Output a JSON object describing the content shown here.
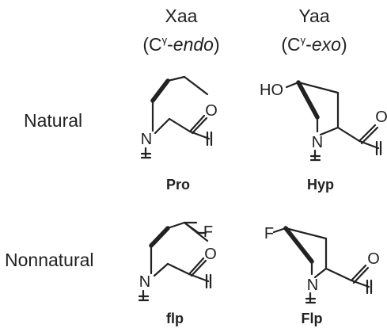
{
  "columns": [
    {
      "name": "Xaa",
      "conformation_prefix": "(C",
      "conformation_sup": "γ",
      "conformation_dash": "-",
      "conformation_italic": "endo",
      "conformation_suffix": ")"
    },
    {
      "name": "Yaa",
      "conformation_prefix": "(C",
      "conformation_sup": "γ",
      "conformation_dash": "-",
      "conformation_italic": "exo",
      "conformation_suffix": ")"
    }
  ],
  "rows": [
    {
      "label": "Natural"
    },
    {
      "label": "Nonnatural"
    }
  ],
  "molecules": [
    {
      "name": "Pro",
      "substituent": "",
      "ring_atom": "N",
      "carbonyl_atom": "O"
    },
    {
      "name": "Hyp",
      "substituent": "HO",
      "ring_atom": "N",
      "carbonyl_atom": "O"
    },
    {
      "name": "flp",
      "substituent": "F",
      "ring_atom": "N",
      "carbonyl_atom": "O"
    },
    {
      "name": "Flp",
      "substituent": "F",
      "ring_atom": "N",
      "carbonyl_atom": "O"
    }
  ]
}
